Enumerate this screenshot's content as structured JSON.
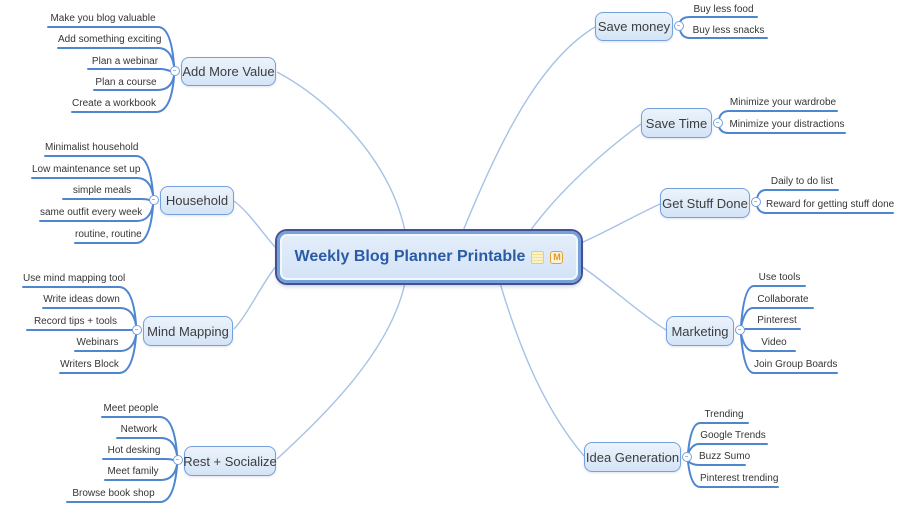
{
  "title": {
    "text": "Weekly Blog Planner Printable",
    "icons": [
      {
        "name": "note-icon"
      },
      {
        "name": "m-badge-icon",
        "letter": "M"
      }
    ]
  },
  "branches": [
    {
      "id": "add-more-value",
      "label": "Add More Value",
      "side": "left",
      "children": [
        "Make you blog valuable",
        "Add something exciting",
        "Plan a webinar",
        "Plan a course",
        "Create a workbook"
      ]
    },
    {
      "id": "household",
      "label": "Household",
      "side": "left",
      "children": [
        "Minimalist household",
        "Low maintenance set up",
        "simple meals",
        "same outfit every week",
        "routine, routine"
      ]
    },
    {
      "id": "mind-mapping",
      "label": "Mind Mapping",
      "side": "left",
      "children": [
        "Use mind mapping tool",
        "Write ideas down",
        "Record tips + tools",
        "Webinars",
        "Writers Block"
      ]
    },
    {
      "id": "rest-socialize",
      "label": "Rest + Socialize",
      "side": "left",
      "children": [
        "Meet people",
        "Network",
        "Hot desking",
        "Meet family",
        "Browse book shop"
      ]
    },
    {
      "id": "save-money",
      "label": "Save money",
      "side": "right",
      "children": [
        "Buy less food",
        "Buy less snacks"
      ]
    },
    {
      "id": "save-time",
      "label": "Save Time",
      "side": "right",
      "children": [
        "Minimize your wardrobe",
        "Minimize your distractions"
      ]
    },
    {
      "id": "get-stuff-done",
      "label": "Get Stuff Done",
      "side": "right",
      "children": [
        "Daily to do list",
        "Reward for getting stuff done"
      ]
    },
    {
      "id": "marketing",
      "label": "Marketing",
      "side": "right",
      "children": [
        "Use tools",
        "Collaborate",
        "Pinterest",
        "Video",
        "Join Group Boards"
      ]
    },
    {
      "id": "idea-generation",
      "label": "Idea Generation",
      "side": "right",
      "children": [
        "Trending",
        "Google Trends",
        "Buzz Sumo",
        "Pinterest trending"
      ]
    }
  ],
  "colors": {
    "node_fill": "#dce9f8",
    "node_border": "#74a1dc",
    "central_outline": "#46508e",
    "title_text": "#2b5ba6",
    "child_connector": "#4f86d0",
    "center_connector": "#a6c2e6",
    "m_badge_border": "#dfa23b"
  }
}
